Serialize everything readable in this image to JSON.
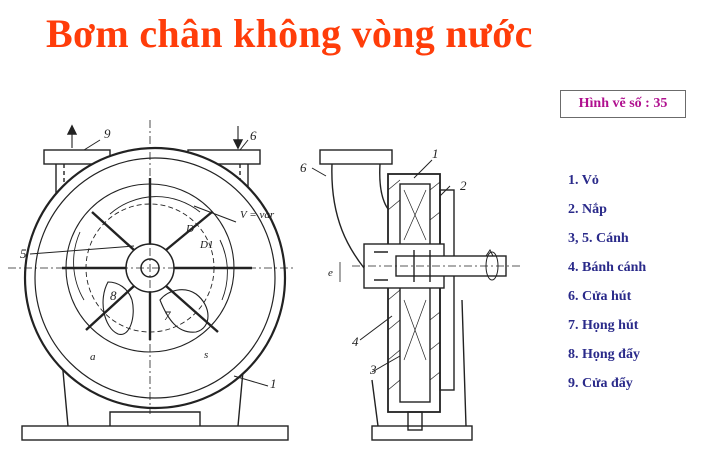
{
  "title": "Bơm chân không vòng nước",
  "figure_label": "Hình vẽ số : 35",
  "legend": [
    "1. Vỏ",
    "2. Nắp",
    "3, 5. Cánh",
    "4. Bánh cánh",
    "6. Cửa hút",
    "7. Họng hút",
    "8. Họng đẩy",
    "9. Cửa đẩy"
  ],
  "drawing_labels": {
    "n9": "9",
    "n6_left": "6",
    "n5": "5",
    "n1_left": "1",
    "n8": "8",
    "n7": "7",
    "n6_right": "6",
    "n1_right": "1",
    "n2": "2",
    "n4": "4",
    "n3": "3",
    "v_label": "V = var",
    "d1": "D",
    "d2": "D1",
    "e_label": "e",
    "a_label": "a",
    "s_label": "s"
  }
}
